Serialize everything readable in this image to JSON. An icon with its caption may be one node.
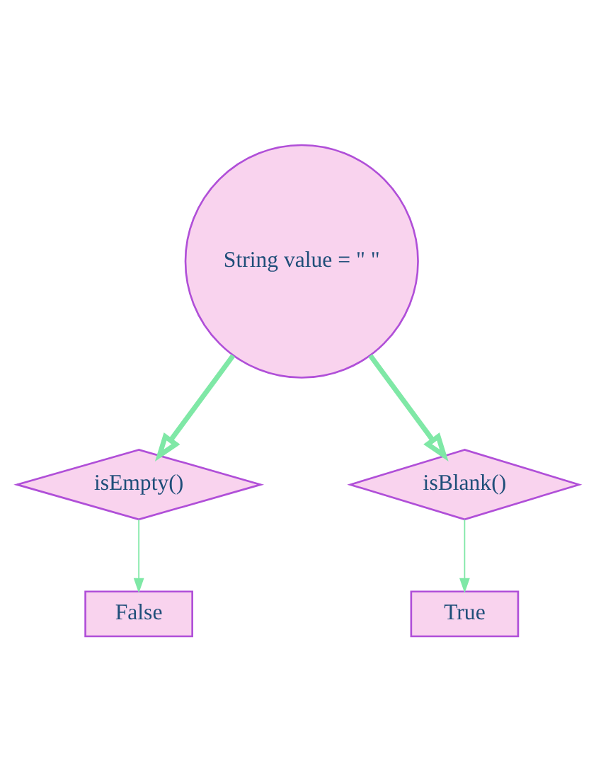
{
  "diagram": {
    "nodes": [
      {
        "text": [
          "String value = \" \""
        ]
      },
      {
        "text": [
          "isEmpty()"
        ]
      },
      {
        "text": [
          "isBlank()"
        ]
      },
      {
        "text": [
          "False"
        ]
      },
      {
        "text": [
          "True"
        ]
      }
    ],
    "edges": [
      {
        "from": 0,
        "to": 1,
        "arrow": "to",
        "style": "thick"
      },
      {
        "from": 0,
        "to": 2,
        "arrow": "to",
        "style": "thick"
      },
      {
        "from": 1,
        "to": 3,
        "arrow": "to"
      },
      {
        "from": 2,
        "to": 4,
        "arrow": "to"
      }
    ]
  }
}
